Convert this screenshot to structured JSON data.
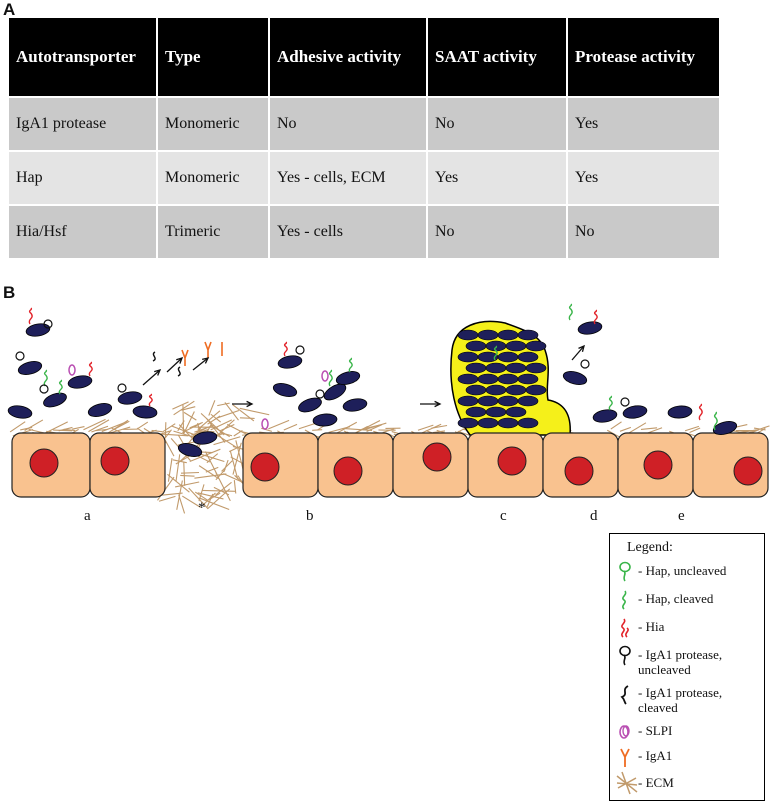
{
  "panels": {
    "a": "A",
    "b": "B"
  },
  "table": {
    "headers": [
      "Autotransporter",
      "Type",
      "Adhesive activity",
      "SAAT activity",
      "Protease activity"
    ],
    "rows": [
      [
        "IgA1 protease",
        "Monomeric",
        "No",
        "No",
        "Yes"
      ],
      [
        "Hap",
        "Monomeric",
        "Yes - cells, ECM",
        "Yes",
        "Yes"
      ],
      [
        "Hia/Hsf",
        "Trimeric",
        "Yes - cells",
        "No",
        "No"
      ]
    ]
  },
  "diagram": {
    "positions": [
      "a",
      "*",
      "b",
      "c",
      "d",
      "e"
    ],
    "colors": {
      "cell": "#f9c28f",
      "nucleus": "#cf2026",
      "bacterium": "#1e1f5a",
      "hap": "#3ab54a",
      "hia": "#e2232a",
      "slpi": "#b94fb2",
      "iga1": "#ef6c22",
      "ecm": "#c19a6b",
      "biofilm": "#f5f01a"
    }
  },
  "legend": {
    "title": "Legend:",
    "items": [
      {
        "icon": "hap-uncleaved-icon",
        "text": "- Hap, uncleaved"
      },
      {
        "icon": "hap-cleaved-icon",
        "text": "- Hap, cleaved"
      },
      {
        "icon": "hia-icon",
        "text": "- Hia"
      },
      {
        "icon": "iga1-protease-uncleaved-icon",
        "text": "- IgA1 protease, uncleaved"
      },
      {
        "icon": "iga1-protease-cleaved-icon",
        "text": "- IgA1 protease, cleaved"
      },
      {
        "icon": "slpi-icon",
        "text": "- SLPI"
      },
      {
        "icon": "iga1-icon",
        "text": "- IgA1"
      },
      {
        "icon": "ecm-icon",
        "text": "- ECM"
      }
    ]
  }
}
